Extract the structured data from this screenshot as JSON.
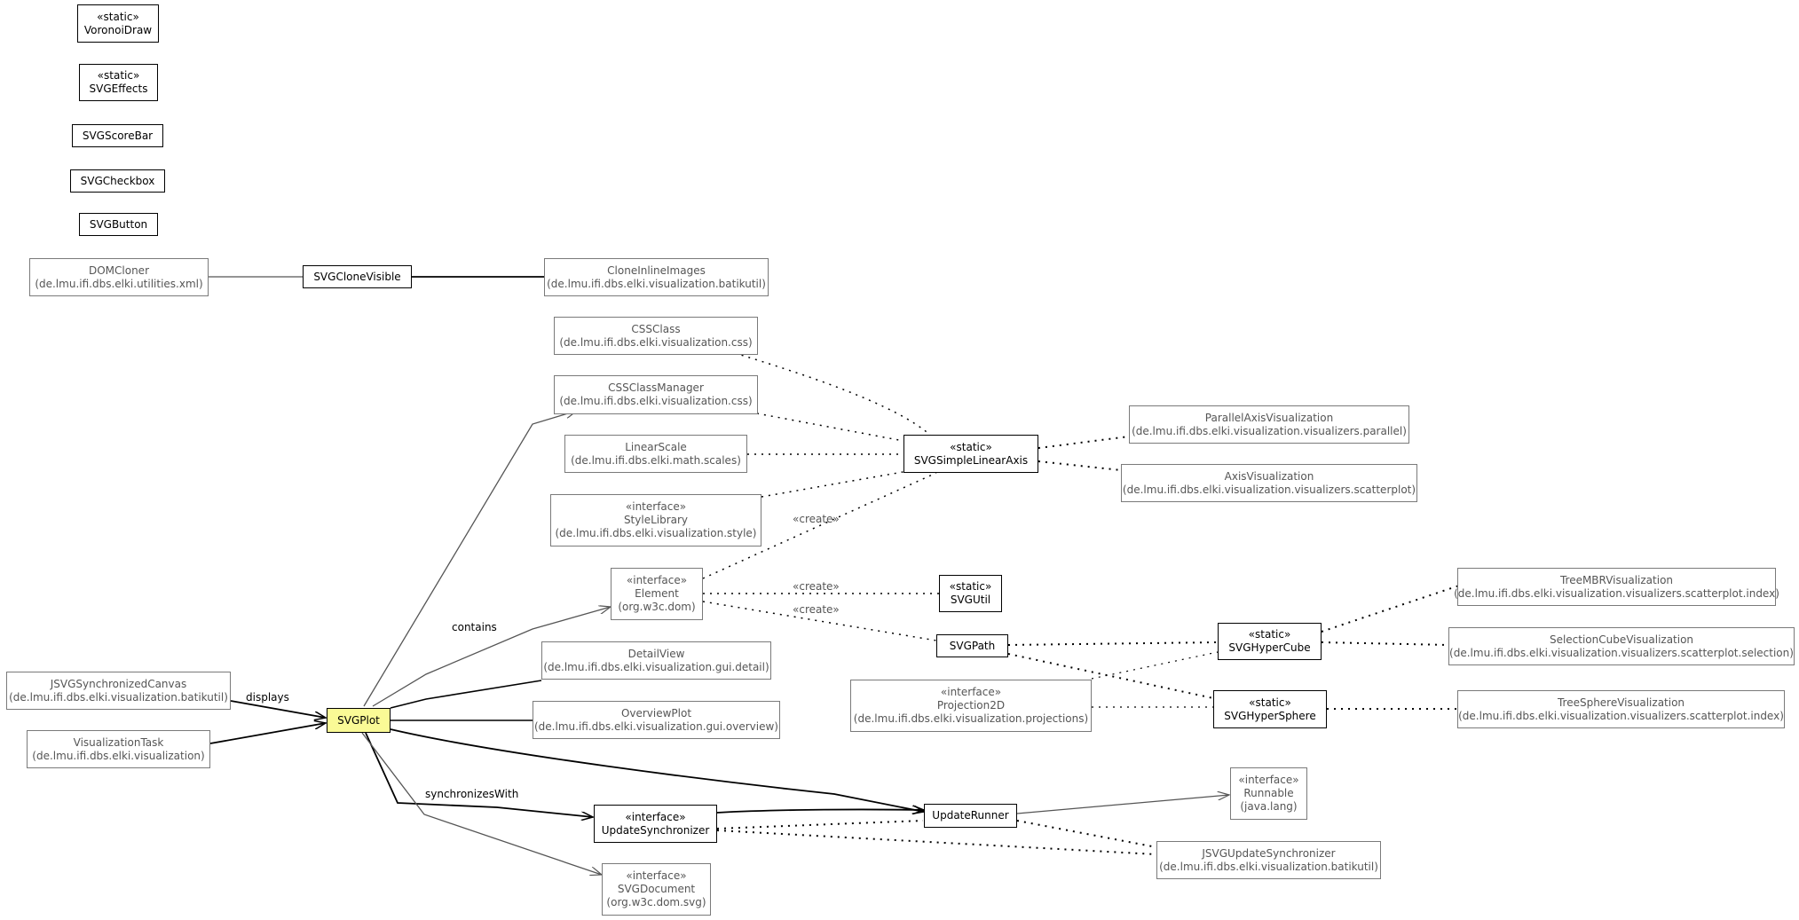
{
  "nodes": {
    "voronoi": {
      "stereotype": "«static»",
      "name": "VoronoiDraw"
    },
    "svgeffects": {
      "stereotype": "«static»",
      "name": "SVGEffects"
    },
    "scorebar": {
      "name": "SVGScoreBar"
    },
    "checkbox": {
      "name": "SVGCheckbox"
    },
    "button": {
      "name": "SVGButton"
    },
    "domcloner": {
      "name": "DOMCloner",
      "package": "(de.lmu.ifi.dbs.elki.utilities.xml)"
    },
    "clonevisible": {
      "name": "SVGCloneVisible"
    },
    "cloneinline": {
      "name": "CloneInlineImages",
      "package": "(de.lmu.ifi.dbs.elki.visualization.batikutil)"
    },
    "cssclass": {
      "name": "CSSClass",
      "package": "(de.lmu.ifi.dbs.elki.visualization.css)"
    },
    "cssclassmanager": {
      "name": "CSSClassManager",
      "package": "(de.lmu.ifi.dbs.elki.visualization.css)"
    },
    "linearscale": {
      "name": "LinearScale",
      "package": "(de.lmu.ifi.dbs.elki.math.scales)"
    },
    "stylelibrary": {
      "stereotype": "«interface»",
      "name": "StyleLibrary",
      "package": "(de.lmu.ifi.dbs.elki.visualization.style)"
    },
    "simplelinearaxis": {
      "stereotype": "«static»",
      "name": "SVGSimpleLinearAxis"
    },
    "parallelaxisvis": {
      "name": "ParallelAxisVisualization",
      "package": "(de.lmu.ifi.dbs.elki.visualization.visualizers.parallel)"
    },
    "axisvis": {
      "name": "AxisVisualization",
      "package": "(de.lmu.ifi.dbs.elki.visualization.visualizers.scatterplot)"
    },
    "element": {
      "stereotype": "«interface»",
      "name": "Element",
      "package": "(org.w3c.dom)"
    },
    "svgutil": {
      "stereotype": "«static»",
      "name": "SVGUtil"
    },
    "svgpath": {
      "name": "SVGPath"
    },
    "hypercube": {
      "stereotype": "«static»",
      "name": "SVGHyperCube"
    },
    "hypersphere": {
      "stereotype": "«static»",
      "name": "SVGHyperSphere"
    },
    "projection2d": {
      "stereotype": "«interface»",
      "name": "Projection2D",
      "package": "(de.lmu.ifi.dbs.elki.visualization.projections)"
    },
    "treembr": {
      "name": "TreeMBRVisualization",
      "package": "(de.lmu.ifi.dbs.elki.visualization.visualizers.scatterplot.index)"
    },
    "selectioncube": {
      "name": "SelectionCubeVisualization",
      "package": "(de.lmu.ifi.dbs.elki.visualization.visualizers.scatterplot.selection)"
    },
    "treesphere": {
      "name": "TreeSphereVisualization",
      "package": "(de.lmu.ifi.dbs.elki.visualization.visualizers.scatterplot.index)"
    },
    "jsvgcanvas": {
      "name": "JSVGSynchronizedCanvas",
      "package": "(de.lmu.ifi.dbs.elki.visualization.batikutil)"
    },
    "vistask": {
      "name": "VisualizationTask",
      "package": "(de.lmu.ifi.dbs.elki.visualization)"
    },
    "svgplot": {
      "name": "SVGPlot"
    },
    "detailview": {
      "name": "DetailView",
      "package": "(de.lmu.ifi.dbs.elki.visualization.gui.detail)"
    },
    "overviewplot": {
      "name": "OverviewPlot",
      "package": "(de.lmu.ifi.dbs.elki.visualization.gui.overview)"
    },
    "updatesync": {
      "stereotype": "«interface»",
      "name": "UpdateSynchronizer"
    },
    "updaterunner": {
      "name": "UpdateRunner"
    },
    "runnable": {
      "stereotype": "«interface»",
      "name": "Runnable",
      "package": "(java.lang)"
    },
    "jsvgupdatesync": {
      "name": "JSVGUpdateSynchronizer",
      "package": "(de.lmu.ifi.dbs.elki.visualization.batikutil)"
    },
    "svgdocument": {
      "stereotype": "«interface»",
      "name": "SVGDocument",
      "package": "(org.w3c.dom.svg)"
    }
  },
  "edge_labels": {
    "contains": "contains",
    "displays": "displays",
    "synchronizes_with": "synchronizesWith",
    "create_1": "«create»",
    "create_2": "«create»",
    "create_3": "«create»"
  }
}
